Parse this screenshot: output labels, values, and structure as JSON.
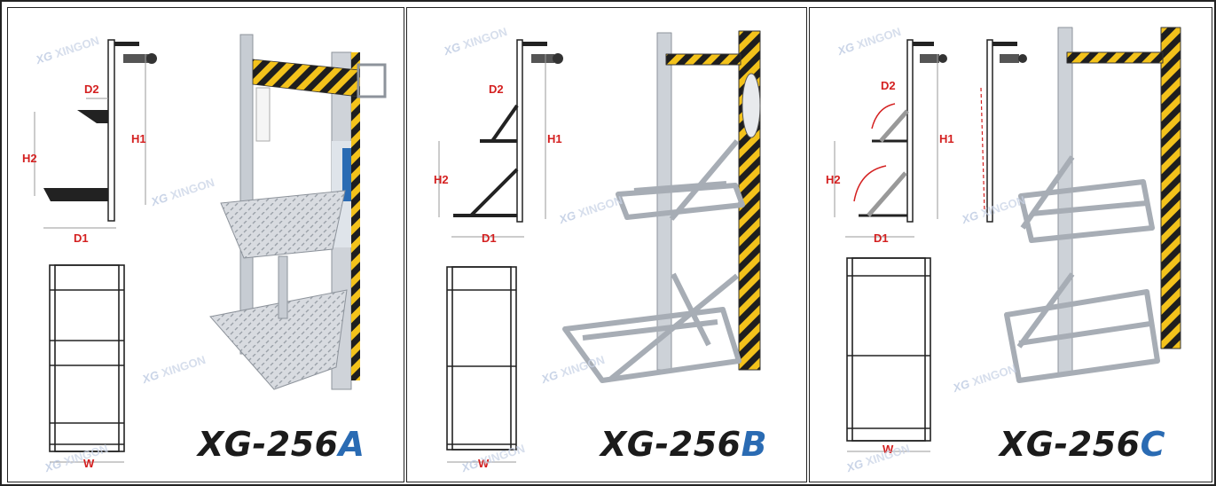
{
  "panels": [
    {
      "model_prefix": "XG-256",
      "model_suffix": "A",
      "dims": {
        "d2": "D2",
        "h1": "H1",
        "h2": "H2",
        "d1": "D1",
        "w": "W"
      }
    },
    {
      "model_prefix": "XG-256",
      "model_suffix": "B",
      "dims": {
        "d2": "D2",
        "h1": "H1",
        "h2": "H2",
        "d1": "D1",
        "w": "W"
      }
    },
    {
      "model_prefix": "XG-256",
      "model_suffix": "C",
      "dims": {
        "d2": "D2",
        "h1": "H1",
        "h2": "H2",
        "d1": "D1",
        "w": "W"
      }
    }
  ],
  "watermark": {
    "logo": "XG",
    "brand": "XINGON"
  },
  "colors": {
    "accent_blue": "#2a6bb3",
    "dimension_red": "#d42020",
    "hazard_yellow": "#f3c21b",
    "hazard_black": "#1e1e1e"
  }
}
